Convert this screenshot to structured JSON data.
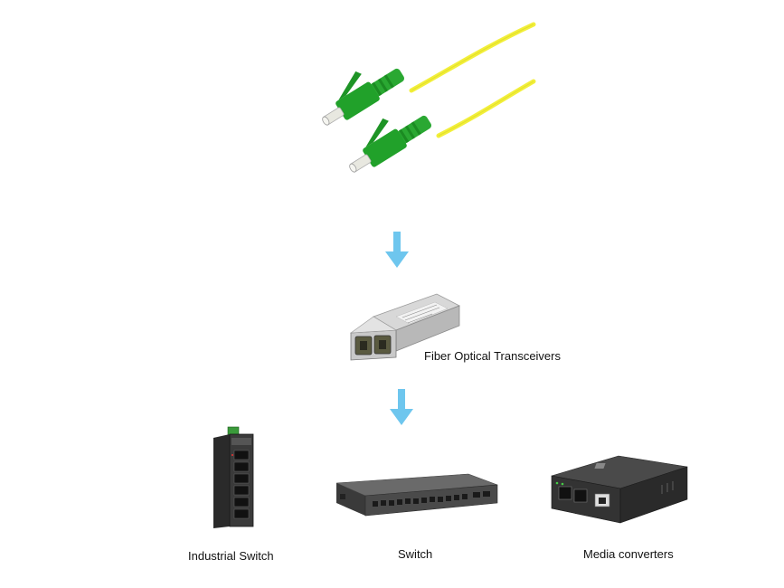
{
  "labels": {
    "transceiver": "Fiber Optical Transceivers",
    "industrial_switch": "Industrial Switch",
    "switch": "Switch",
    "media_converter": "Media converters"
  },
  "colors": {
    "arrow": "#6ec6ee",
    "fiber_cable": "#f2f03a",
    "connector": "#21a12a",
    "ferrule": "#e8e8e0"
  },
  "icons": {
    "cable": "fiber-patch-cable-icon",
    "arrow": "down-arrow-icon",
    "transceiver": "sfp-transceiver-icon",
    "industrial_switch": "industrial-switch-icon",
    "switch": "rack-switch-icon",
    "media_converter": "media-converter-icon"
  }
}
